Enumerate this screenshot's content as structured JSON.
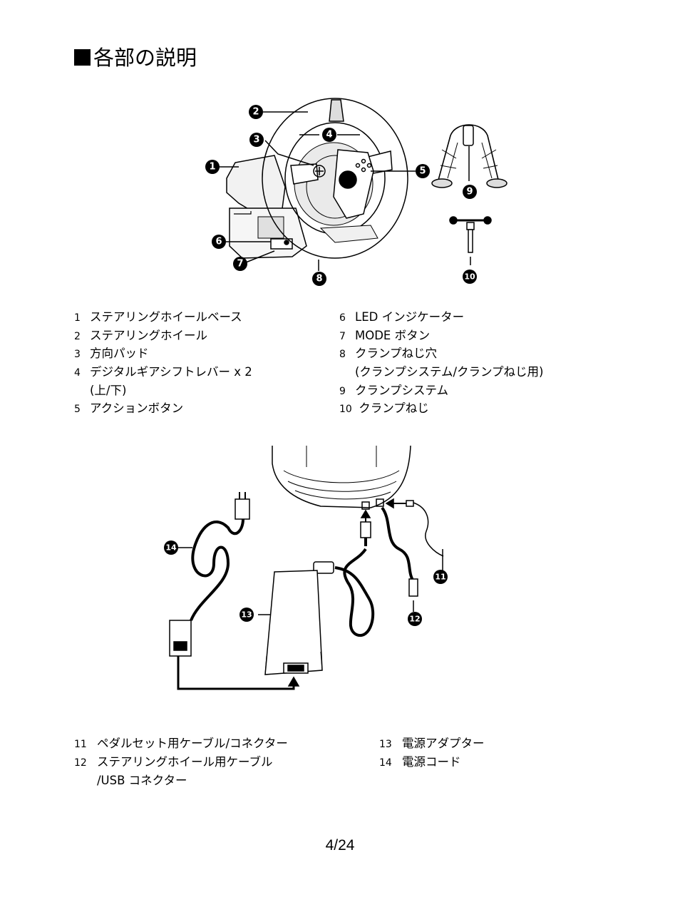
{
  "title": "各部の説明",
  "parts_top": [
    {
      "num": "1",
      "label": "ステアリングホイールベース"
    },
    {
      "num": "2",
      "label": "ステアリングホイール"
    },
    {
      "num": "3",
      "label": "方向パッド"
    },
    {
      "num": "4",
      "label": "デジタルギアシフトレバー x 2"
    },
    {
      "num": "",
      "label": "(上/下)"
    },
    {
      "num": "5",
      "label": "アクションボタン"
    },
    {
      "num": "6",
      "label": "LED インジケーター"
    },
    {
      "num": "7",
      "label": "MODE ボタン"
    },
    {
      "num": "8",
      "label": "クランプねじ穴"
    },
    {
      "num": "",
      "label": "(クランプシステム/クランプねじ用)"
    },
    {
      "num": "9",
      "label": "クランプシステム"
    },
    {
      "num": "10",
      "label": " クランプねじ"
    }
  ],
  "parts_bottom": [
    {
      "num": "11",
      "label": "ペダルセット用ケーブル/コネクター"
    },
    {
      "num": "12",
      "label": "ステアリングホイール用ケーブル"
    },
    {
      "num": "",
      "label": "/USB コネクター"
    },
    {
      "num": "13",
      "label": "電源アダプター"
    },
    {
      "num": "14",
      "label": "電源コード"
    }
  ],
  "callouts_top": [
    "1",
    "2",
    "3",
    "4",
    "5",
    "6",
    "7",
    "8",
    "9",
    "10"
  ],
  "callouts_bottom": [
    "11",
    "12",
    "13",
    "14"
  ],
  "page_number": "4/24"
}
